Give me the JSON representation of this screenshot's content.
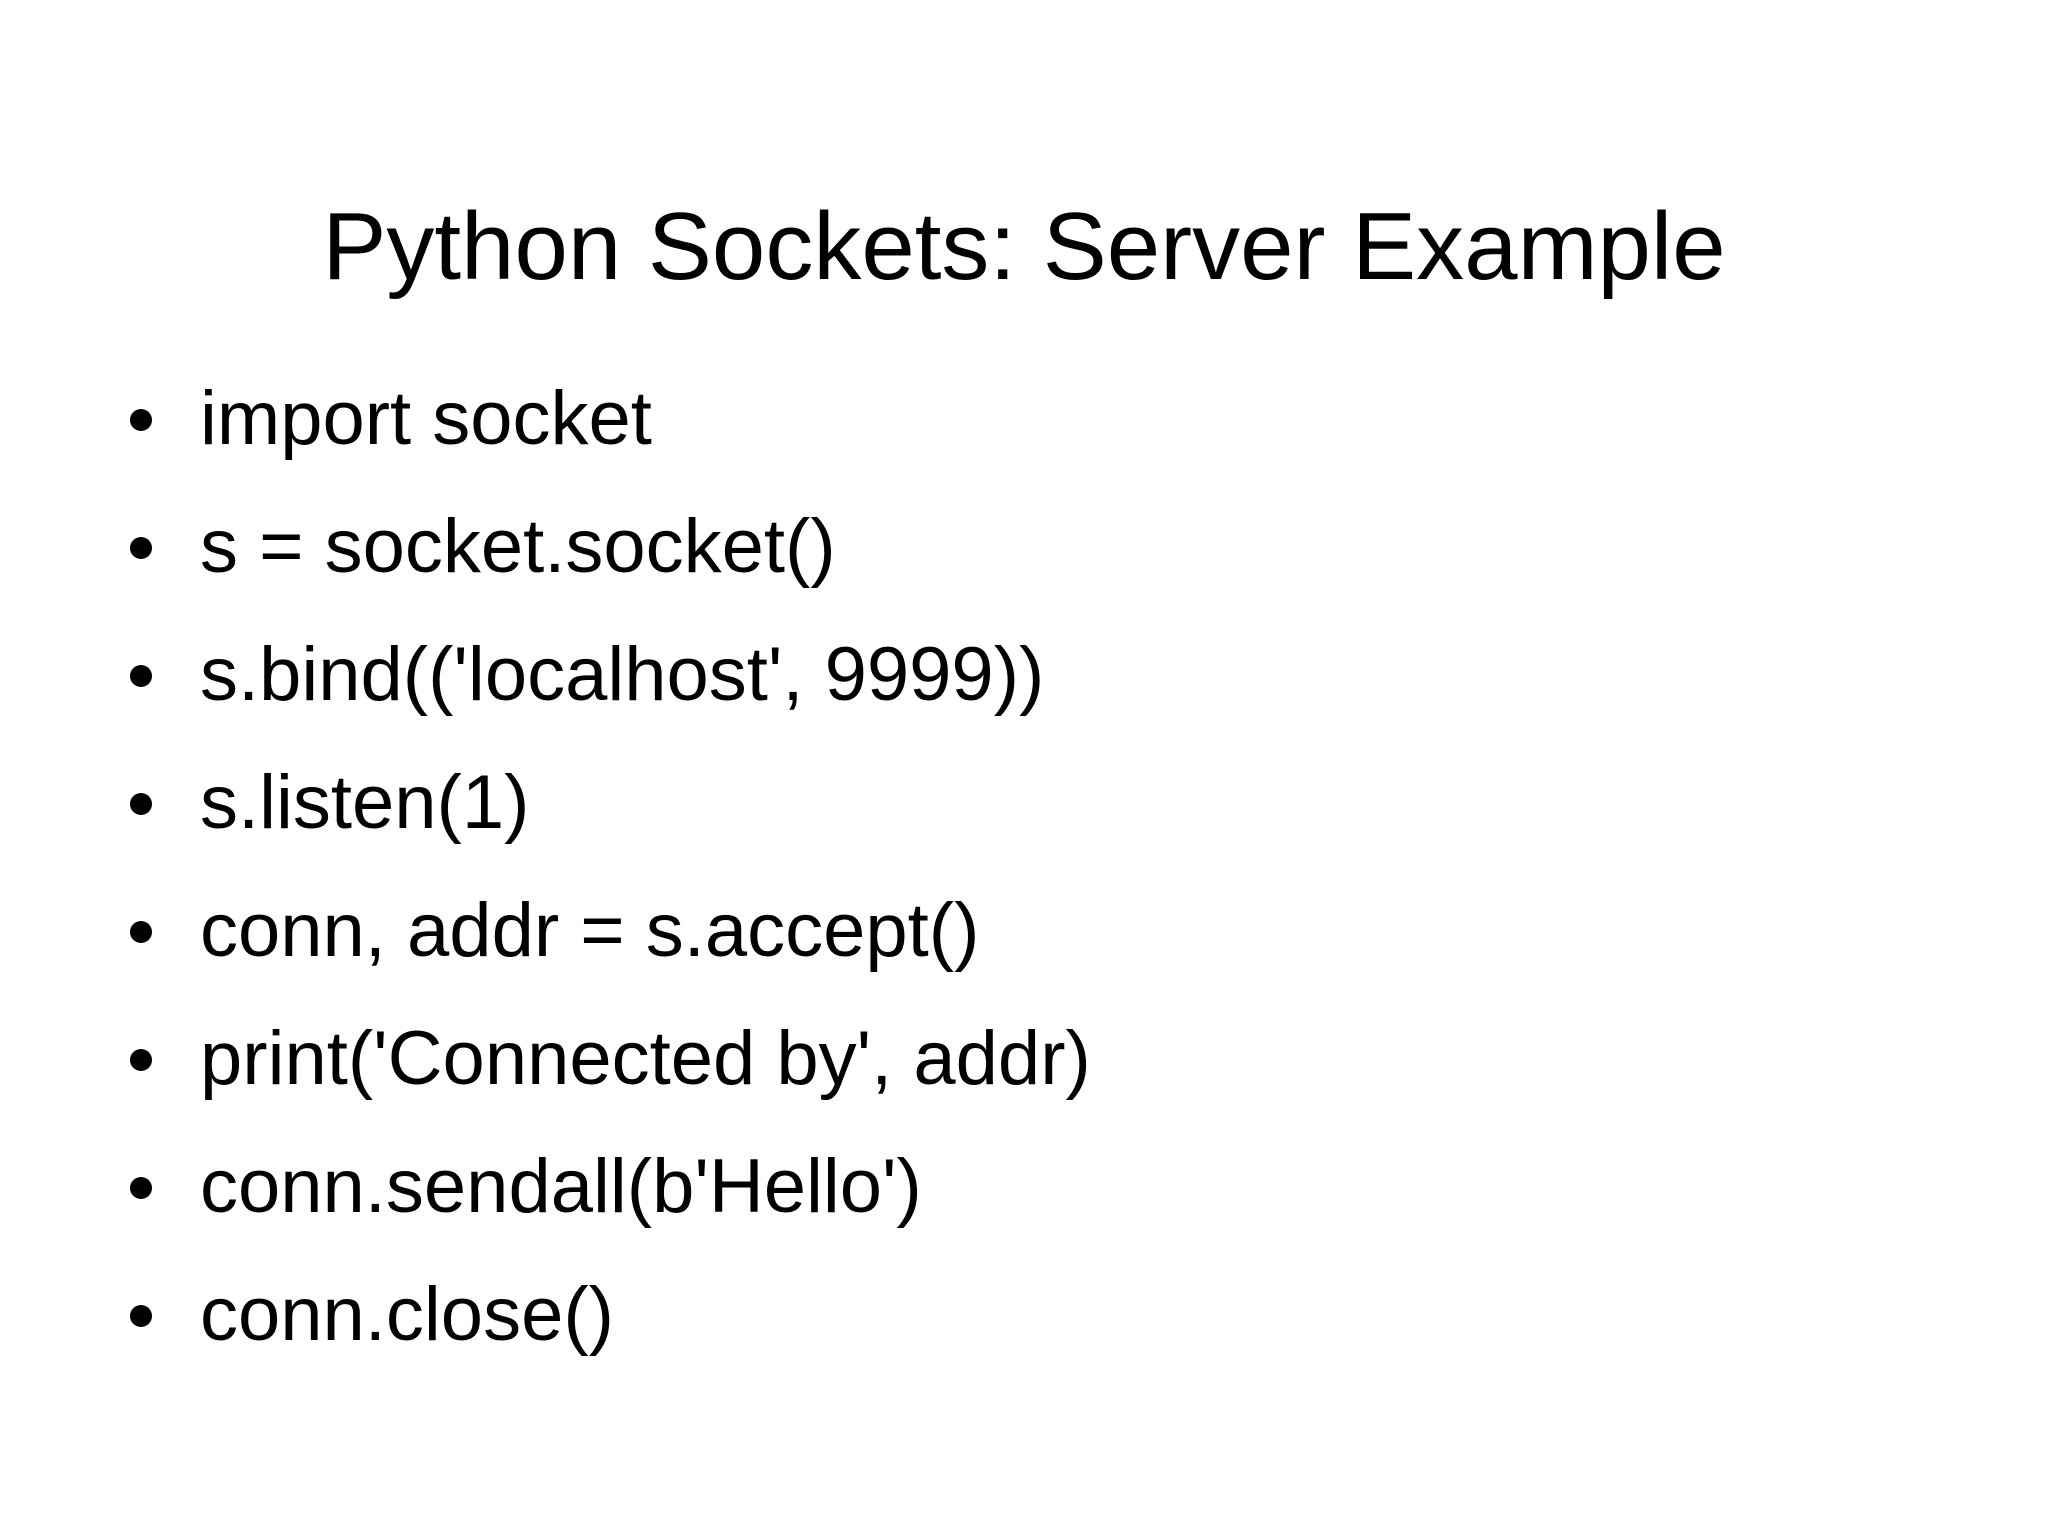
{
  "slide": {
    "title": "Python Sockets: Server Example",
    "background_color": "#ffffff",
    "text_color": "#000000",
    "bullet_marker_icon": "bullet-dot-icon",
    "bullets": [
      {
        "text": "import socket"
      },
      {
        "text": "s = socket.socket()"
      },
      {
        "text": "s.bind(('localhost', 9999))"
      },
      {
        "text": "s.listen(1)"
      },
      {
        "text": "conn, addr = s.accept()"
      },
      {
        "text": "print('Connected by', addr)"
      },
      {
        "text": "conn.sendall(b'Hello')"
      },
      {
        "text": "conn.close()"
      }
    ]
  }
}
